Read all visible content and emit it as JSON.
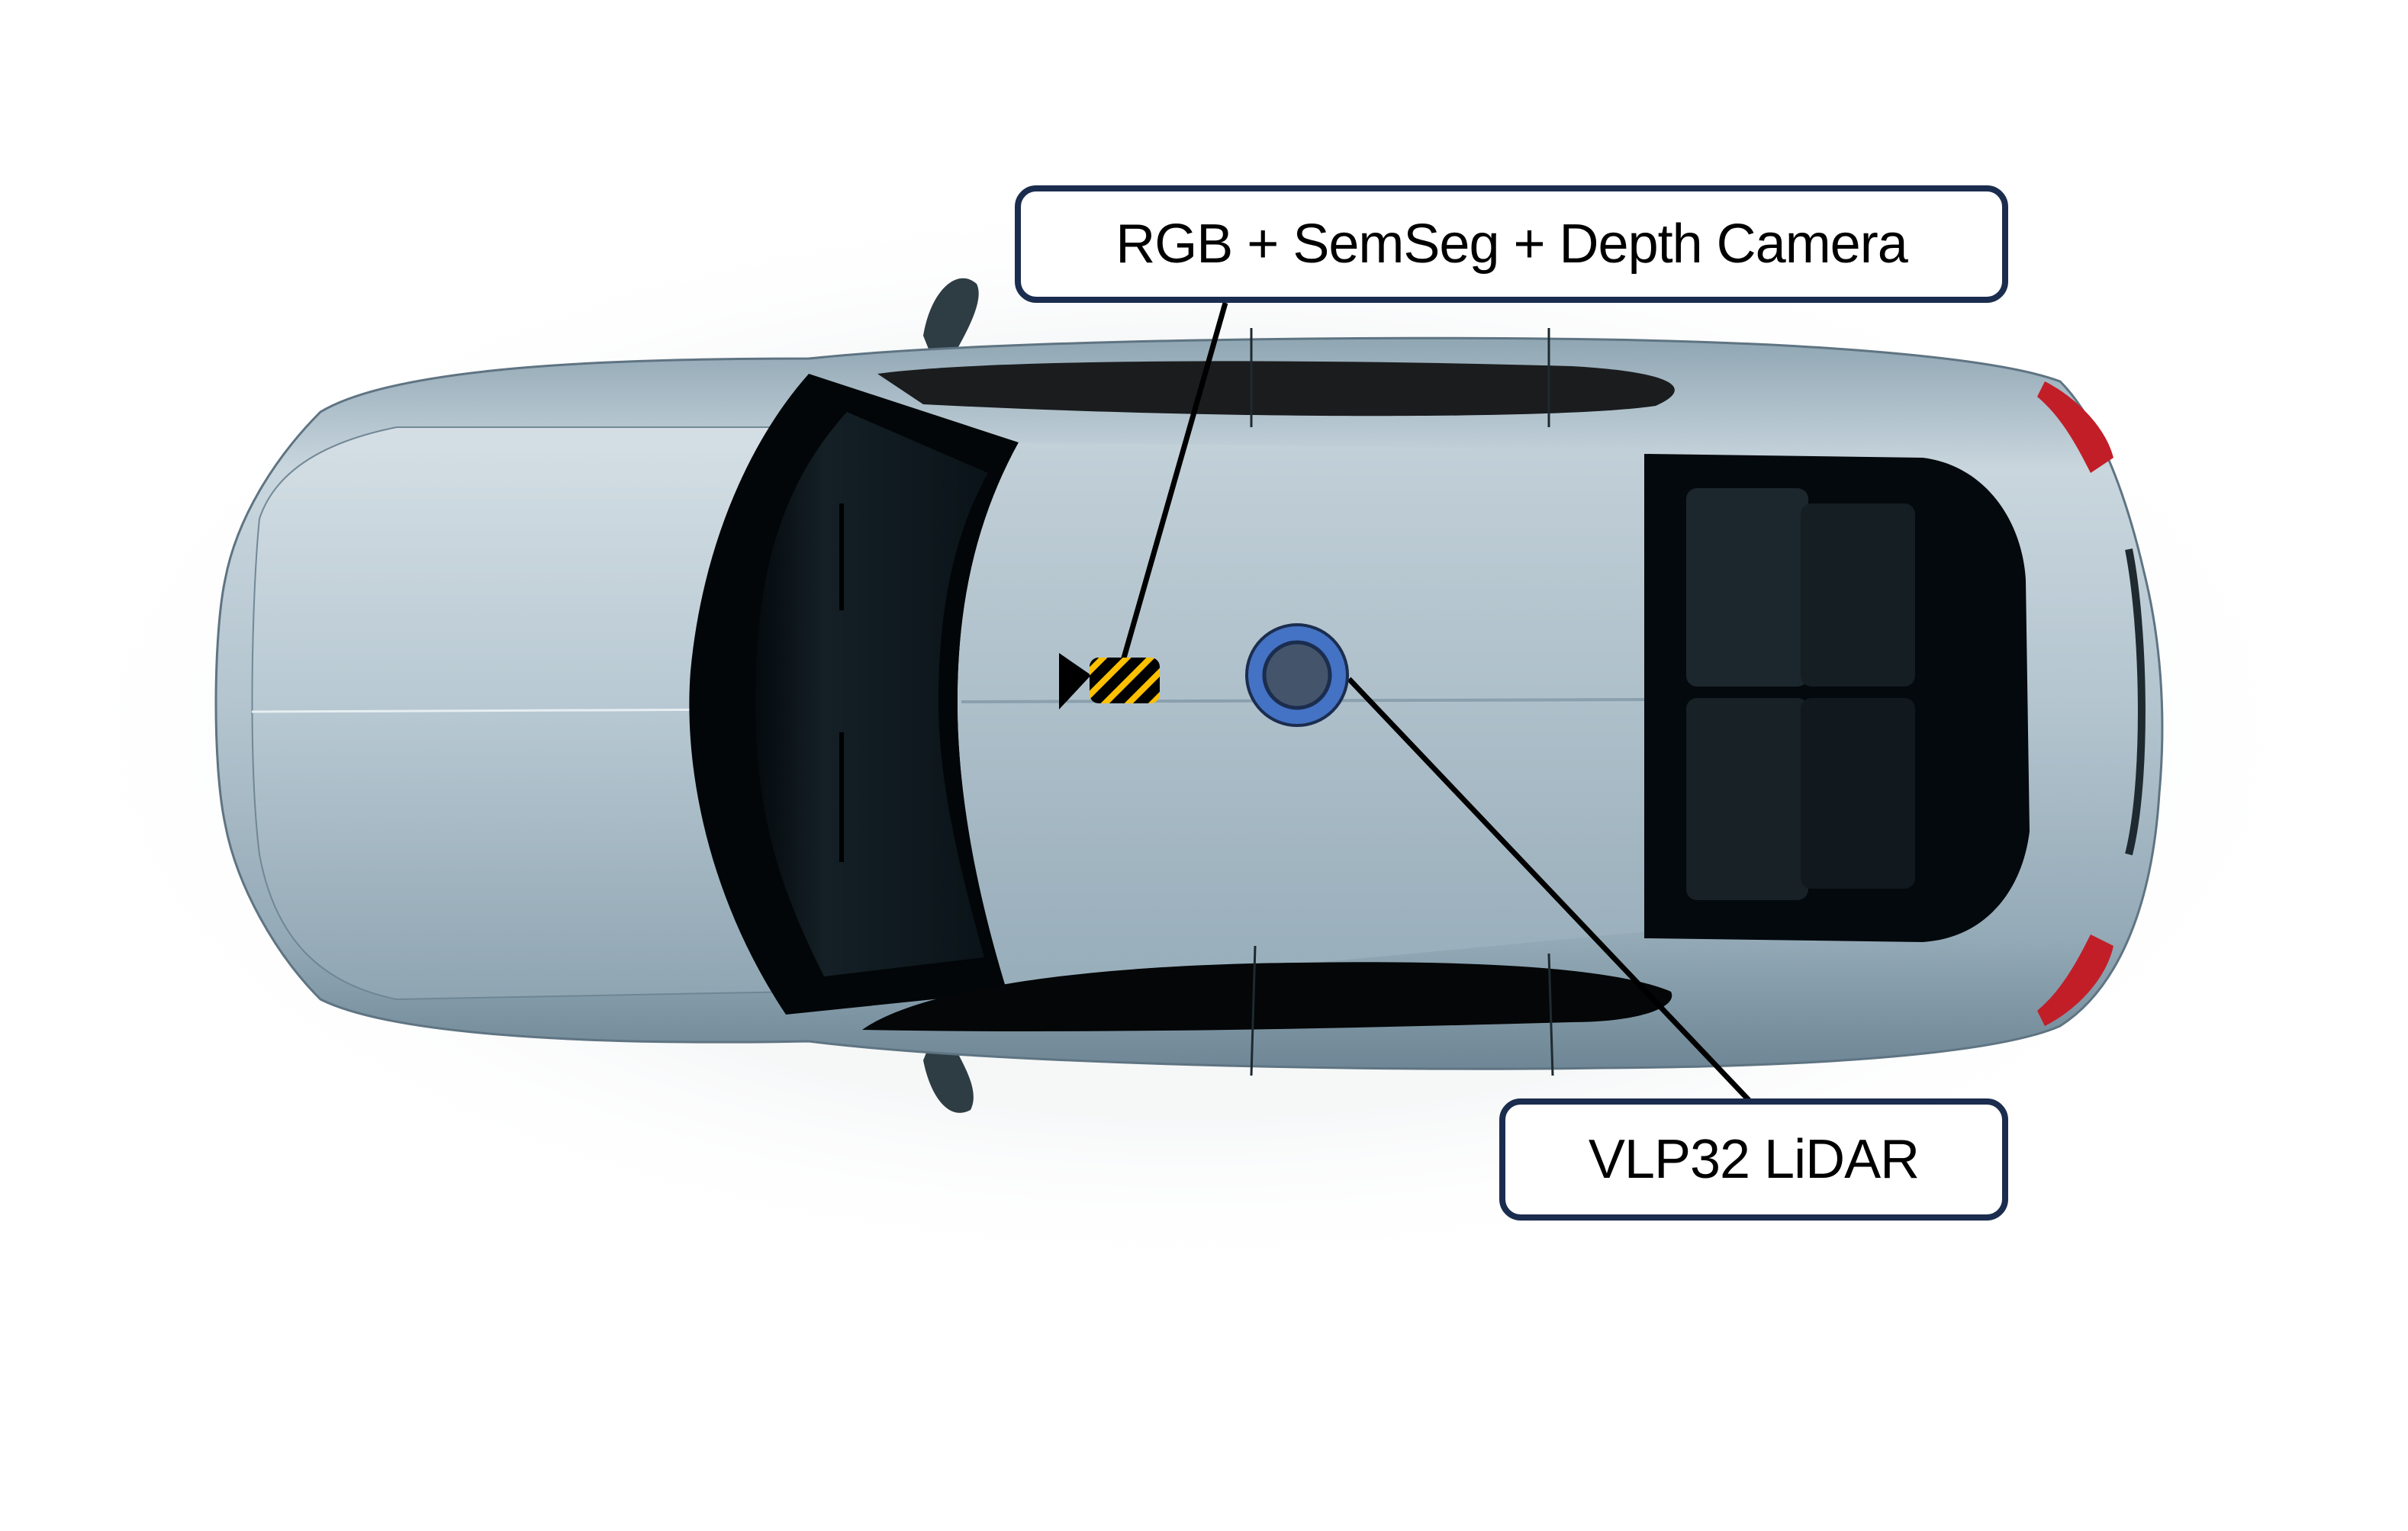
{
  "diagram": {
    "subject": "Top-down view of a silver sedan with sensor mounting positions",
    "colors": {
      "callout_border": "#1B2D4F",
      "callout_fill": "#FFFFFF",
      "leader_line": "#000000",
      "camera_stripe_yellow": "#FFC000",
      "camera_body_black": "#000000",
      "lidar_outer": "#4472C4",
      "lidar_inner": "#44546A",
      "lidar_stroke": "#1B2D4F",
      "car_body": "#A9BCC8",
      "car_glass": "#0E1A1F",
      "tail_light": "#D0202A"
    },
    "sensors": [
      {
        "id": "camera",
        "label": "RGB + SemSeg + Depth Camera",
        "icon": "video-camera-icon",
        "position_desc": "roof, front, facing forward (left)"
      },
      {
        "id": "lidar",
        "label": "VLP32 LiDAR",
        "icon": "lidar-disc-icon",
        "position_desc": "roof, center"
      }
    ]
  }
}
